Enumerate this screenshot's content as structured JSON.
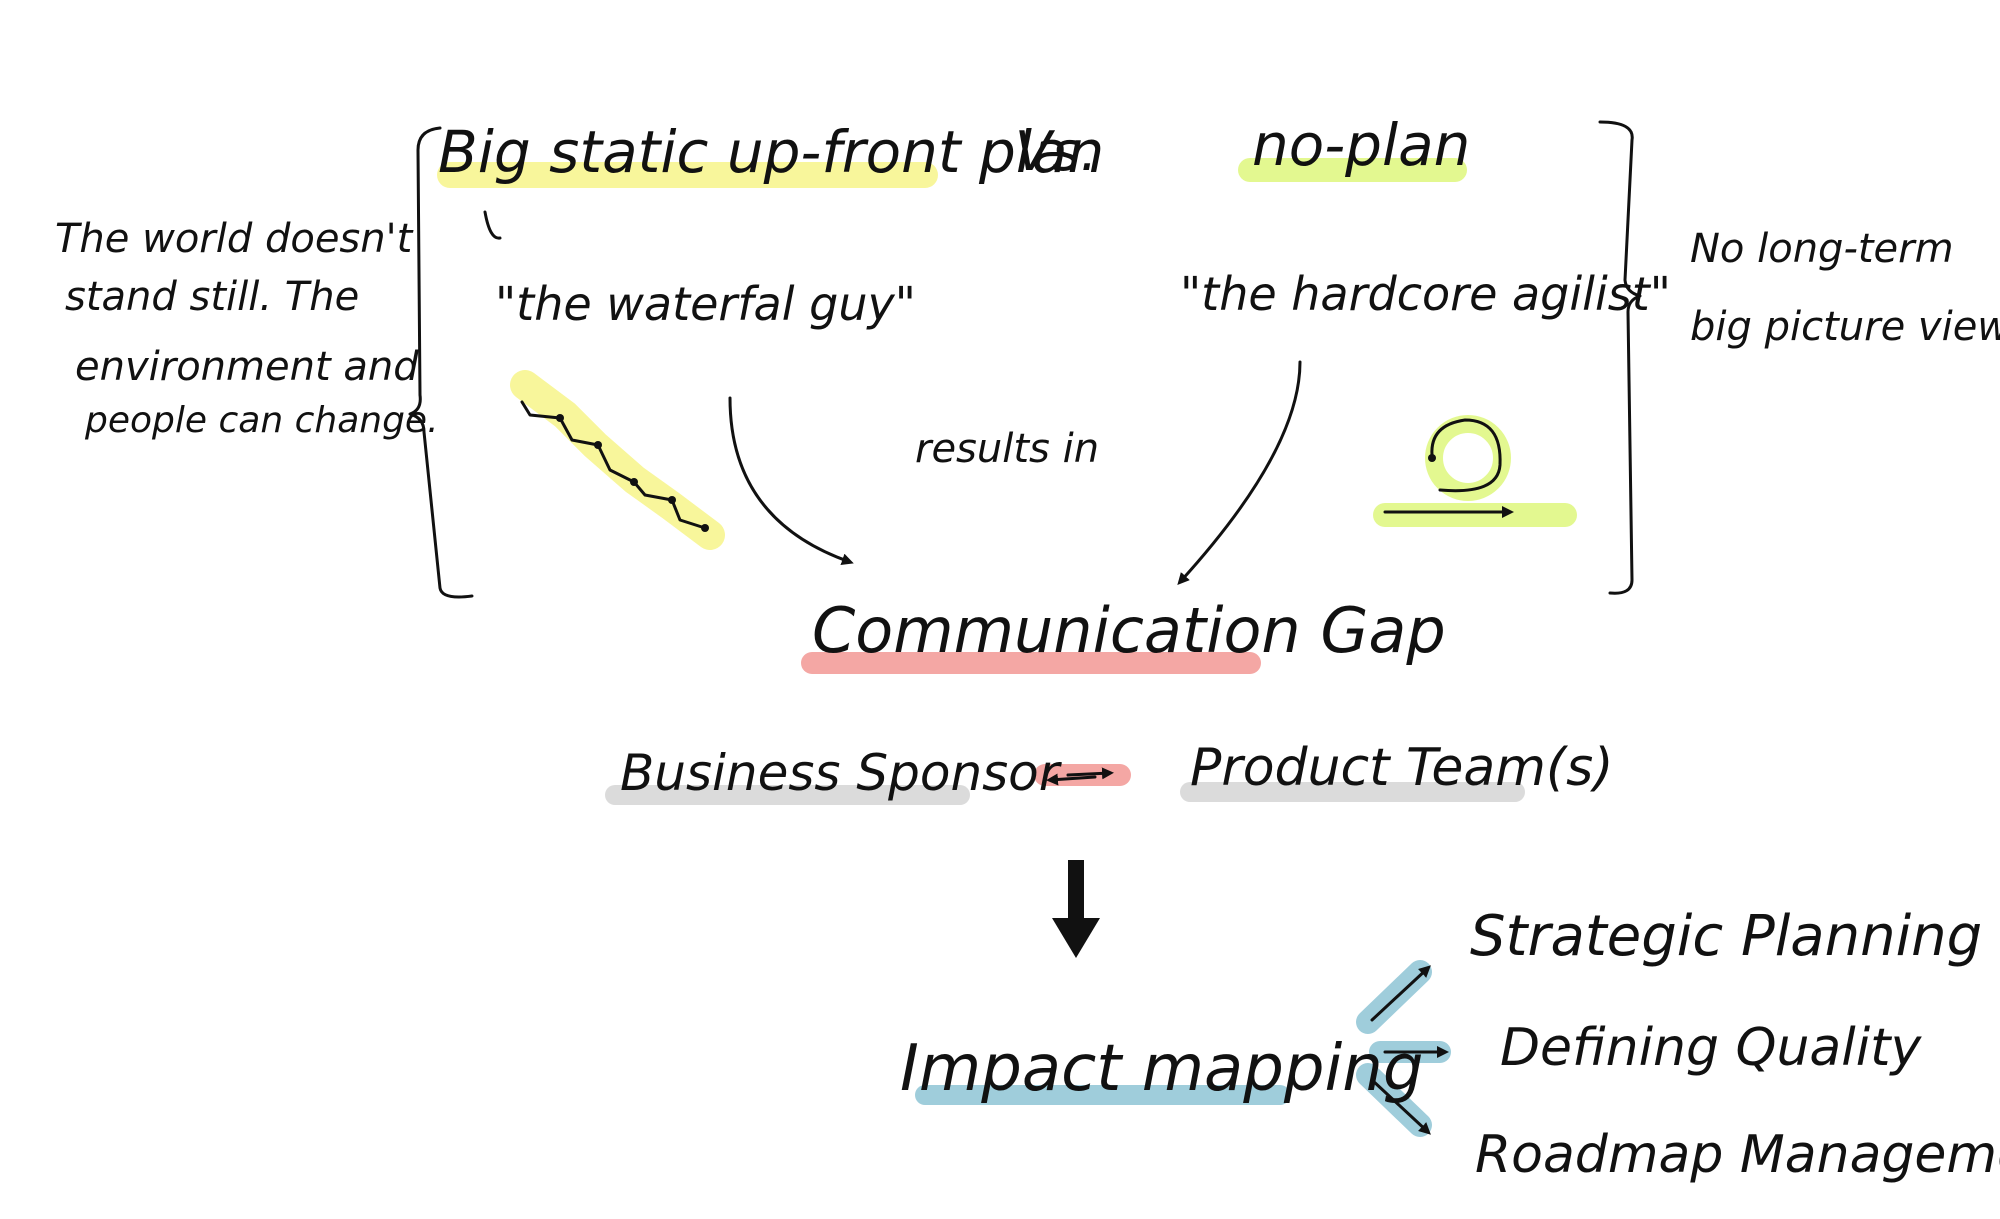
{
  "colors": {
    "ink": "#111111",
    "yellow_highlight": "#f6f37a",
    "lime_highlight": "#d9f56b",
    "red_highlight": "#f08a86",
    "gray_highlight": "#cfcfcf",
    "blue_highlight": "#7fbccf"
  },
  "left_note": {
    "line1": "The world doesn't",
    "line2": "stand still. The",
    "line3": "environment and",
    "line4": "people can change."
  },
  "right_note": {
    "line1": "No long-term",
    "line2": "big picture view"
  },
  "top": {
    "left_title": "Big static up-front plan",
    "vs": "Vs.",
    "right_title": "no-plan",
    "left_persona": "\"the waterfal guy\"",
    "right_persona": "\"the hardcore agilist\"",
    "results_in": "results in"
  },
  "gap": {
    "title": "Communication Gap",
    "left_party": "Business Sponsor",
    "right_party": "Product Team(s)"
  },
  "bottom": {
    "main": "Impact mapping",
    "items": [
      "Strategic Planning",
      "Defining Quality",
      "Roadmap Management"
    ]
  },
  "icons": {
    "waterfall": "staircase-icon",
    "agile": "loop-arrow-icon",
    "double_arrow": "double-arrow-icon",
    "down_arrow": "down-arrow-icon"
  }
}
